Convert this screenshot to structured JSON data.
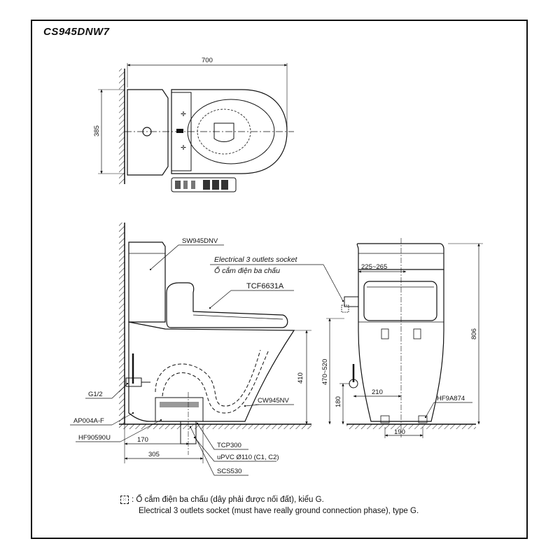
{
  "title": "CS945DNW7",
  "labels": {
    "tank": "SW945DNV",
    "socket_en": "Electrical 3 outlets socket",
    "socket_vi": "Ổ cắm điện ba chấu",
    "seat": "TCF6631A",
    "bowl": "CW945NV",
    "valve": "G1/2",
    "angle_valve": "AP004A-F",
    "hose": "HF90590U",
    "flange": "TCP300",
    "pipe": "uPVC Ø110 (C1, C2)",
    "gasket": "SCS530",
    "bolt": "HF9A874"
  },
  "dimensions": {
    "top_width": "700",
    "top_depth": "385",
    "socket_range": "225~265",
    "total_height": "806",
    "seat_height": "410",
    "inlet_range": "470~520",
    "side_inlet_width": "210",
    "inlet_height": "180",
    "bolt_spacing": "190",
    "rough_in": "170",
    "outlet_depth": "305"
  },
  "note": {
    "symbol": "⁙",
    "line_vi": ": Ổ cắm điện ba chấu (dây phải được nối đất), kiểu G.",
    "line_en": "Electrical 3 outlets socket (must have really ground connection phase), type G."
  }
}
